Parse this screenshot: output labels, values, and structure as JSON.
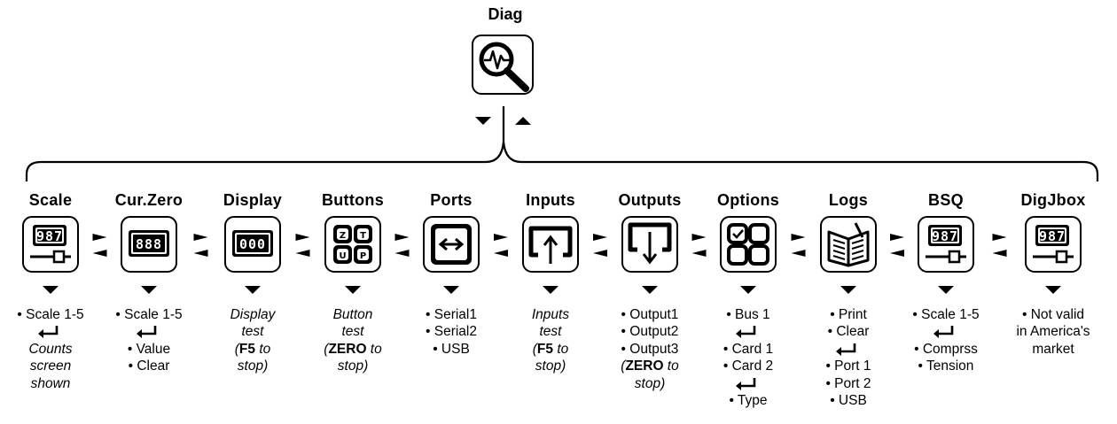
{
  "root": {
    "title": "Diag",
    "icon": "magnifier-pulse-icon"
  },
  "columns": [
    {
      "title": "Scale",
      "icon": "scale-display-slider-icon",
      "display": "987",
      "lines": [
        {
          "t": "• Scale 1-5"
        },
        {
          "enter": true
        },
        {
          "t": "Counts",
          "i": true
        },
        {
          "t": "screen",
          "i": true
        },
        {
          "t": "shown",
          "i": true
        }
      ]
    },
    {
      "title": "Cur.Zero",
      "icon": "display-888-icon",
      "display": "888",
      "lines": [
        {
          "t": "• Scale 1-5"
        },
        {
          "enter": true
        },
        {
          "t": "• Value"
        },
        {
          "t": "• Clear"
        }
      ]
    },
    {
      "title": "Display",
      "icon": "display-000-icon",
      "display": "000",
      "lines": [
        {
          "t": "Display",
          "i": true
        },
        {
          "t": "test",
          "i": true
        },
        {
          "t": "(F5 to stop)",
          "i": true,
          "split": [
            "(",
            "F5",
            " to"
          ]
        },
        {
          "t": "stop)",
          "i": true
        }
      ]
    },
    {
      "title": "Buttons",
      "icon": "zero-tare-up-print-buttons-icon",
      "keys": [
        "Z",
        "T",
        "U",
        "P"
      ],
      "lines": [
        {
          "t": "Button",
          "i": true
        },
        {
          "t": "test",
          "i": true
        },
        {
          "t": "(ZERO to",
          "i": true
        },
        {
          "t": "stop)",
          "i": true
        }
      ]
    },
    {
      "title": "Ports",
      "icon": "bidirectional-arrow-icon",
      "lines": [
        {
          "t": "• Serial1"
        },
        {
          "t": "• Serial2"
        },
        {
          "t": "• USB"
        }
      ]
    },
    {
      "title": "Inputs",
      "icon": "input-arrow-up-icon",
      "lines": [
        {
          "t": "Inputs",
          "i": true
        },
        {
          "t": "test",
          "i": true
        },
        {
          "t": "(F5 to",
          "i": true
        },
        {
          "t": "stop)",
          "i": true
        }
      ]
    },
    {
      "title": "Outputs",
      "icon": "output-arrow-down-icon",
      "lines": [
        {
          "t": "• Output1"
        },
        {
          "t": "• Output2"
        },
        {
          "t": "• Output3"
        },
        {
          "t": "(ZERO to",
          "i": true
        },
        {
          "t": "stop)",
          "i": true
        }
      ]
    },
    {
      "title": "Options",
      "icon": "options-grid-icon",
      "lines": [
        {
          "t": "• Bus 1"
        },
        {
          "enter": true
        },
        {
          "t": "• Card 1"
        },
        {
          "t": "• Card 2"
        },
        {
          "enter": true
        },
        {
          "t": "• Type"
        }
      ]
    },
    {
      "title": "Logs",
      "icon": "open-book-log-icon",
      "lines": [
        {
          "t": "• Print"
        },
        {
          "t": "• Clear"
        },
        {
          "enter": true
        },
        {
          "t": "• Port 1"
        },
        {
          "t": "• Port 2"
        },
        {
          "t": "• USB"
        }
      ]
    },
    {
      "title": "BSQ",
      "icon": "scale-display-slider-icon",
      "display": "987",
      "lines": [
        {
          "t": "• Scale 1-5"
        },
        {
          "enter": true
        },
        {
          "t": "• Comprss"
        },
        {
          "t": "• Tension"
        }
      ]
    },
    {
      "title": "DigJbox",
      "icon": "scale-display-slider-icon",
      "display": "987",
      "lines": [
        {
          "t": "• Not valid"
        },
        {
          "t": "in America's"
        },
        {
          "t": "market"
        }
      ]
    }
  ]
}
